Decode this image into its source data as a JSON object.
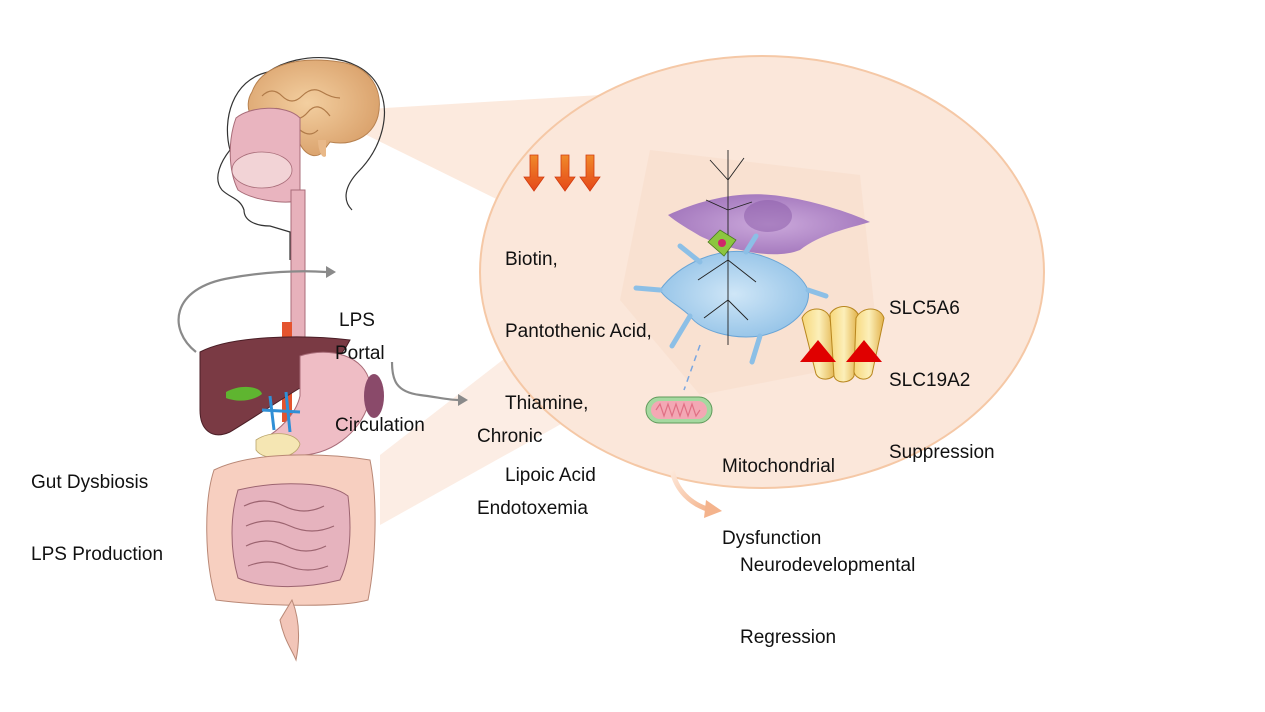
{
  "diagram": {
    "title": "Gut–brain axis: LPS, vitamin transporter suppression and neurodevelopmental regression",
    "colors": {
      "ellipse_fill": "#fbe7da",
      "ellipse_stroke": "#f5c8a6",
      "down_arrow": "#ea5a1a",
      "up_arrow": "#e00000",
      "connector_gray": "#8a8a8a",
      "outcome_arrow": "#f6c4a4"
    },
    "labels": {
      "gut": [
        "Gut Dysbiosis",
        "LPS Production"
      ],
      "lps": "LPS",
      "portal": [
        "Portal",
        "Circulation"
      ],
      "endotoxemia": [
        "Chronic",
        "Endotoxemia"
      ],
      "vitamins": [
        "Biotin,",
        "Pantothenic Acid,",
        "Thiamine,",
        "Lipoic Acid"
      ],
      "transporters": [
        "SLC5A6",
        "SLC19A2",
        "Suppression"
      ],
      "mitochondria": [
        "Mitochondrial",
        "Dysfunction"
      ],
      "outcome": [
        "Neurodevelopmental",
        "Regression"
      ]
    },
    "icons": {
      "vitamin_decrease": "down-arrow-icon x3",
      "transporter": "membrane-transporter-icon",
      "transporter_increase_marks": "up-arrow-icon x2",
      "neuron": "neuron-glia-icon",
      "mitochondrion": "mitochondrion-icon",
      "anatomy": "head-brain-digestive-tract-illustration"
    }
  }
}
